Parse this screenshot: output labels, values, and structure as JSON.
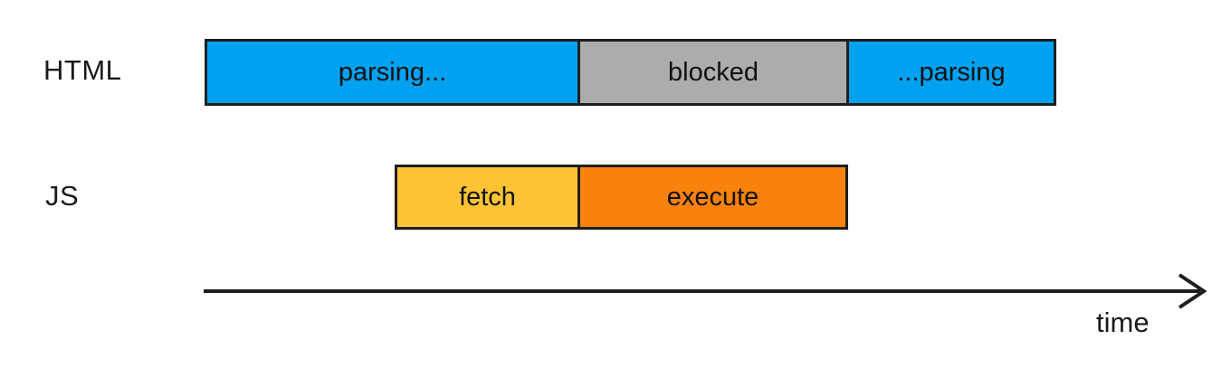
{
  "diagram": {
    "description": "Script loading timeline showing HTML parsing blocked by JS execution",
    "rows": [
      {
        "label": "HTML",
        "segments": [
          {
            "label": "parsing...",
            "color": "#00A1F1"
          },
          {
            "label": "blocked",
            "color": "#AEABAB"
          },
          {
            "label": "...parsing",
            "color": "#00A1F1"
          }
        ]
      },
      {
        "label": "JS",
        "segments": [
          {
            "label": "fetch",
            "color": "#FCC434"
          },
          {
            "label": "execute",
            "color": "#F8820B"
          }
        ]
      }
    ],
    "axis": {
      "label": "time",
      "color": "#1e1e1e"
    },
    "colors": {
      "parsing_blue": "#00A1F1",
      "blocked_gray": "#AEABAB",
      "fetch_yellow": "#FCC434",
      "execute_orange": "#F8820B",
      "outline_black": "#1e1e1e",
      "background": "#ffffff"
    }
  }
}
